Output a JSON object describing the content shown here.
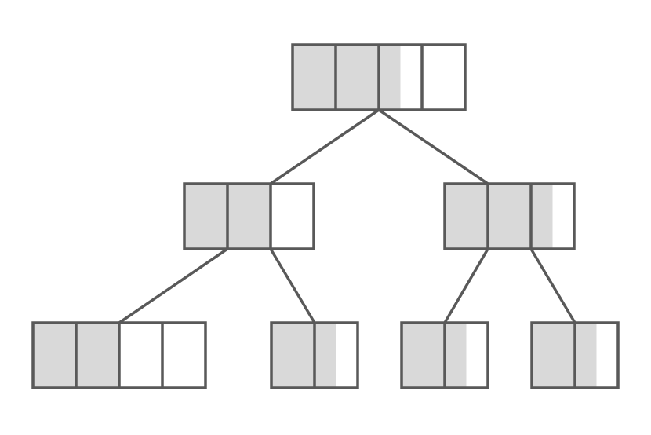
{
  "colors": {
    "background": "#ffffff",
    "stroke": "#595959",
    "fill": "#d9d9d9",
    "empty": "#ffffff"
  },
  "diagram": {
    "nodes": [
      {
        "id": "root",
        "level": 0,
        "slots": 4,
        "fill": [
          1,
          1,
          0.5,
          0
        ]
      },
      {
        "id": "left",
        "level": 1,
        "slots": 3,
        "fill": [
          1,
          1,
          0
        ]
      },
      {
        "id": "right",
        "level": 1,
        "slots": 3,
        "fill": [
          1,
          1,
          0.5
        ]
      },
      {
        "id": "leaf-1",
        "level": 2,
        "slots": 4,
        "fill": [
          1,
          1,
          0,
          0
        ]
      },
      {
        "id": "leaf-2",
        "level": 2,
        "slots": 2,
        "fill": [
          1,
          0.5
        ]
      },
      {
        "id": "leaf-3",
        "level": 2,
        "slots": 2,
        "fill": [
          1,
          0.5
        ]
      },
      {
        "id": "leaf-4",
        "level": 2,
        "slots": 2,
        "fill": [
          1,
          0.5
        ]
      }
    ],
    "edges": [
      {
        "from": "root",
        "to": "left"
      },
      {
        "from": "root",
        "to": "right"
      },
      {
        "from": "left",
        "to": "leaf-1"
      },
      {
        "from": "left",
        "to": "leaf-2"
      },
      {
        "from": "right",
        "to": "leaf-3"
      },
      {
        "from": "right",
        "to": "leaf-4"
      }
    ]
  }
}
